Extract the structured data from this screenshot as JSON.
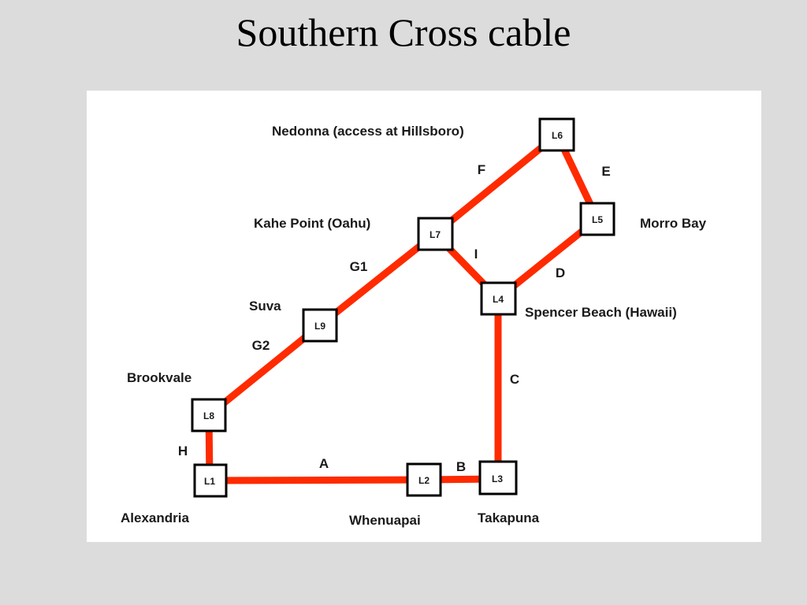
{
  "title": "Southern Cross cable",
  "colors": {
    "cable": "#ff2a00",
    "node_border": "#000000",
    "panel": "#ffffff",
    "background": "#dcdcdc"
  },
  "nodes": {
    "L1": "L1",
    "L2": "L2",
    "L3": "L3",
    "L4": "L4",
    "L5": "L5",
    "L6": "L6",
    "L7": "L7",
    "L8": "L8",
    "L9": "L9"
  },
  "places": {
    "L1": "Alexandria",
    "L2": "Whenuapai",
    "L3": "Takapuna",
    "L4": "Spencer Beach (Hawaii)",
    "L5": "Morro Bay",
    "L6": "Nedonna (access at Hillsboro)",
    "L7": "Kahe Point (Oahu)",
    "L8": "Brookvale",
    "L9": "Suva"
  },
  "segments": {
    "A": "A",
    "B": "B",
    "C": "C",
    "D": "D",
    "E": "E",
    "F": "F",
    "G1": "G1",
    "G2": "G2",
    "H": "H",
    "I": "I"
  }
}
